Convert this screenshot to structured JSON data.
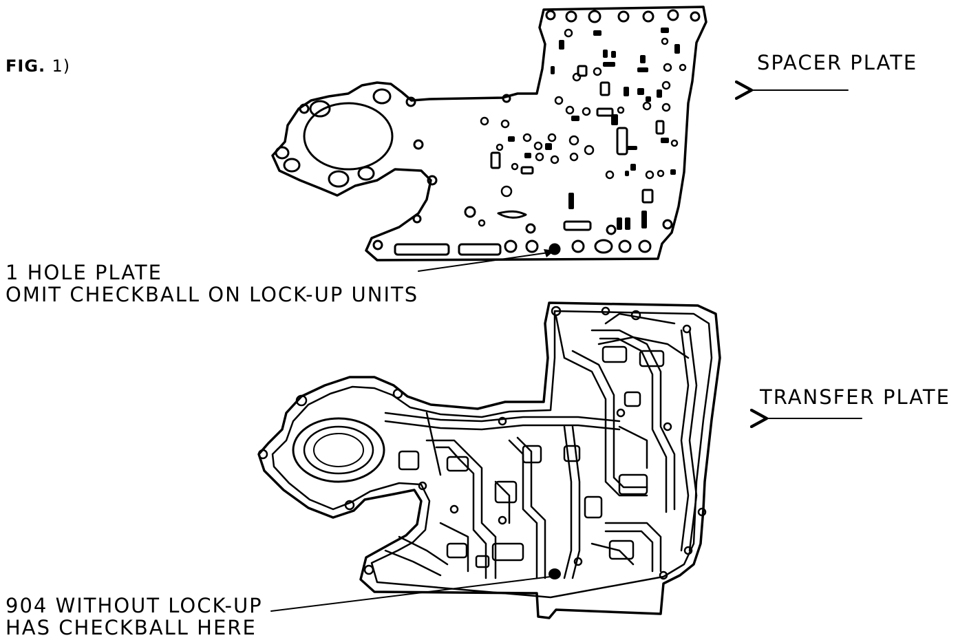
{
  "figure": {
    "label": "FIG.",
    "number": "1)"
  },
  "spacer_plate": {
    "label": "SPACER PLATE"
  },
  "transfer_plate": {
    "label": "TRANSFER PLATE"
  },
  "one_hole_note": {
    "line1": "1 HOLE PLATE",
    "line2": "OMIT CHECKBALL ON LOCK-UP UNITS"
  },
  "checkball_note": {
    "line1": "904 WITHOUT LOCK-UP",
    "line2": "HAS CHECKBALL HERE"
  },
  "colors": {
    "ink": "#000000",
    "paper": "#ffffff"
  }
}
